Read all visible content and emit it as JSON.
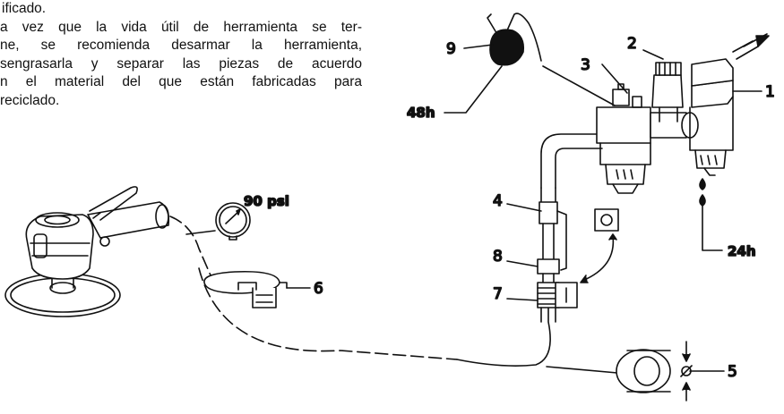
{
  "text": {
    "line1": "ificado.",
    "line2": "a vez que la vida útil de herramienta se ter-",
    "line3": "ne, se recomienda desarmar la herramienta,",
    "line4": "sengrasarla y separar las piezas de acuerdo",
    "line5": "n el material del que están fabricadas para",
    "line6": "reciclado."
  },
  "labels": {
    "n1": "1",
    "n2": "2",
    "n3": "3",
    "n4": "4",
    "n5": "5",
    "n6": "6",
    "n7": "7",
    "n8": "8",
    "n9": "9",
    "pressure": "90 psi",
    "interval_48": "48h",
    "interval_24": "24h"
  },
  "icons": [
    "air-sander-icon",
    "pressure-gauge-icon",
    "oil-bottle-icon",
    "filter-regulator-lubricator-icon",
    "coupling-icon",
    "hose-diameter-icon",
    "switch-on-symbol-icon",
    "switch-off-symbol-icon",
    "air-inlet-arrow-icon",
    "water-drop-icon"
  ],
  "colors": {
    "ink": "#111111",
    "paper": "#ffffff"
  }
}
